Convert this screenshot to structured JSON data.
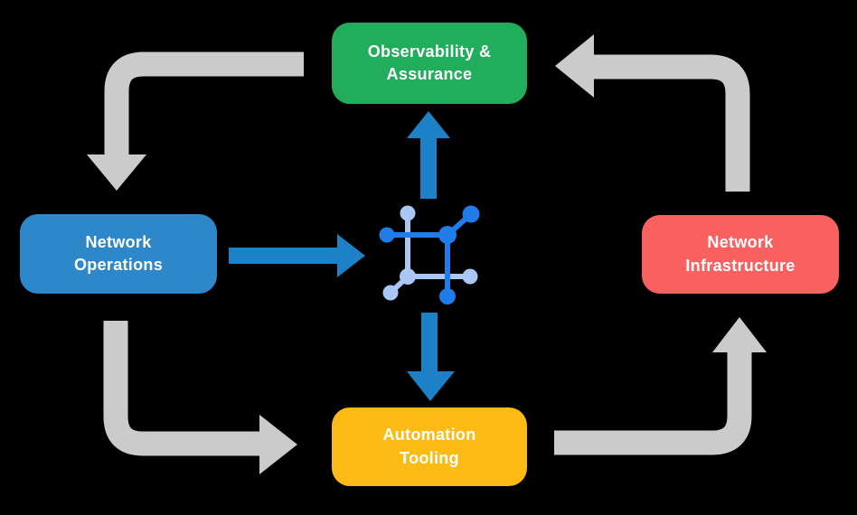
{
  "colors": {
    "background": "#000000",
    "arrow_gray": "#cbcbcb",
    "arrow_blue": "#1d81c8",
    "icon_dark_blue": "#1f7ce8",
    "icon_light_blue": "#a9c7f2",
    "node_text": "#ffffff"
  },
  "diagram": {
    "nodes": [
      {
        "id": "observability-assurance",
        "label": "Observability &\nAssurance",
        "color": "#21ad5b"
      },
      {
        "id": "network-operations",
        "label": "Network\nOperations",
        "color": "#2e87c8"
      },
      {
        "id": "network-infrastructure",
        "label": "Network\nInfrastructure",
        "color": "#f96161"
      },
      {
        "id": "automation-tooling",
        "label": "Automation\nTooling",
        "color": "#fbbb14"
      }
    ],
    "center_icon": "network-nodes-icon",
    "edges": [
      {
        "from": "observability-assurance",
        "to": "network-operations",
        "style": "gray-elbow"
      },
      {
        "from": "network-operations",
        "to": "automation-tooling",
        "style": "gray-elbow"
      },
      {
        "from": "automation-tooling",
        "to": "network-infrastructure",
        "style": "gray-elbow"
      },
      {
        "from": "network-infrastructure",
        "to": "observability-assurance",
        "style": "gray-elbow"
      },
      {
        "from": "network-operations",
        "to": "center-icon",
        "style": "blue-straight"
      },
      {
        "from": "center-icon",
        "to": "observability-assurance",
        "style": "blue-straight"
      },
      {
        "from": "center-icon",
        "to": "automation-tooling",
        "style": "blue-straight"
      }
    ]
  }
}
